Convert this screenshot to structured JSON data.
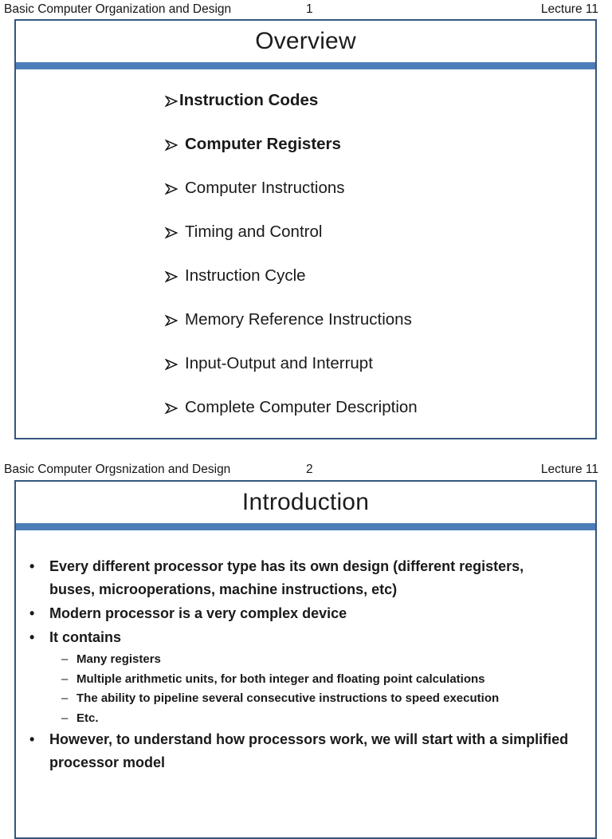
{
  "theme": {
    "divider_bar_color": "#4d7db8",
    "frame_border_color": "#35567e",
    "text_color": "#1a1a1a"
  },
  "pages": [
    {
      "header": {
        "left": "Basic Computer Organization and Design",
        "page_number": "1",
        "right": "Lecture 11"
      },
      "slide": {
        "title": "Overview",
        "bullet_glyph": "➢",
        "items": [
          {
            "text": "Instruction Codes",
            "bold": true,
            "tight": true
          },
          {
            "text": "Computer Registers",
            "bold": true
          },
          {
            "text": "Computer Instructions"
          },
          {
            "text": "Timing and Control"
          },
          {
            "text": "Instruction Cycle"
          },
          {
            "text": "Memory Reference Instructions"
          },
          {
            "text": "Input-Output and Interrupt"
          },
          {
            "text": "Complete Computer Description"
          }
        ]
      }
    },
    {
      "header": {
        "left": "Basic Computer Orgsnization and Design",
        "page_number": "2",
        "right": "Lecture 11"
      },
      "slide": {
        "title": "Introduction",
        "items": [
          {
            "level": 1,
            "marker": "•",
            "text": "Every different processor type has its own design (different registers, buses, microoperations, machine instructions, etc)"
          },
          {
            "level": 1,
            "marker": "•",
            "text": "Modern processor is a very complex device"
          },
          {
            "level": 1,
            "marker": "•",
            "text": "It contains"
          },
          {
            "level": 2,
            "marker": "–",
            "text": "Many registers"
          },
          {
            "level": 2,
            "marker": "–",
            "text": "Multiple arithmetic units, for both integer and floating point calculations"
          },
          {
            "level": 2,
            "marker": "–",
            "text": "The ability to pipeline several consecutive instructions to speed execution"
          },
          {
            "level": 2,
            "marker": "–",
            "text": "Etc."
          },
          {
            "level": 1,
            "marker": "•",
            "text": "However, to understand how processors work, we will start with a simplified processor model"
          }
        ]
      }
    }
  ]
}
